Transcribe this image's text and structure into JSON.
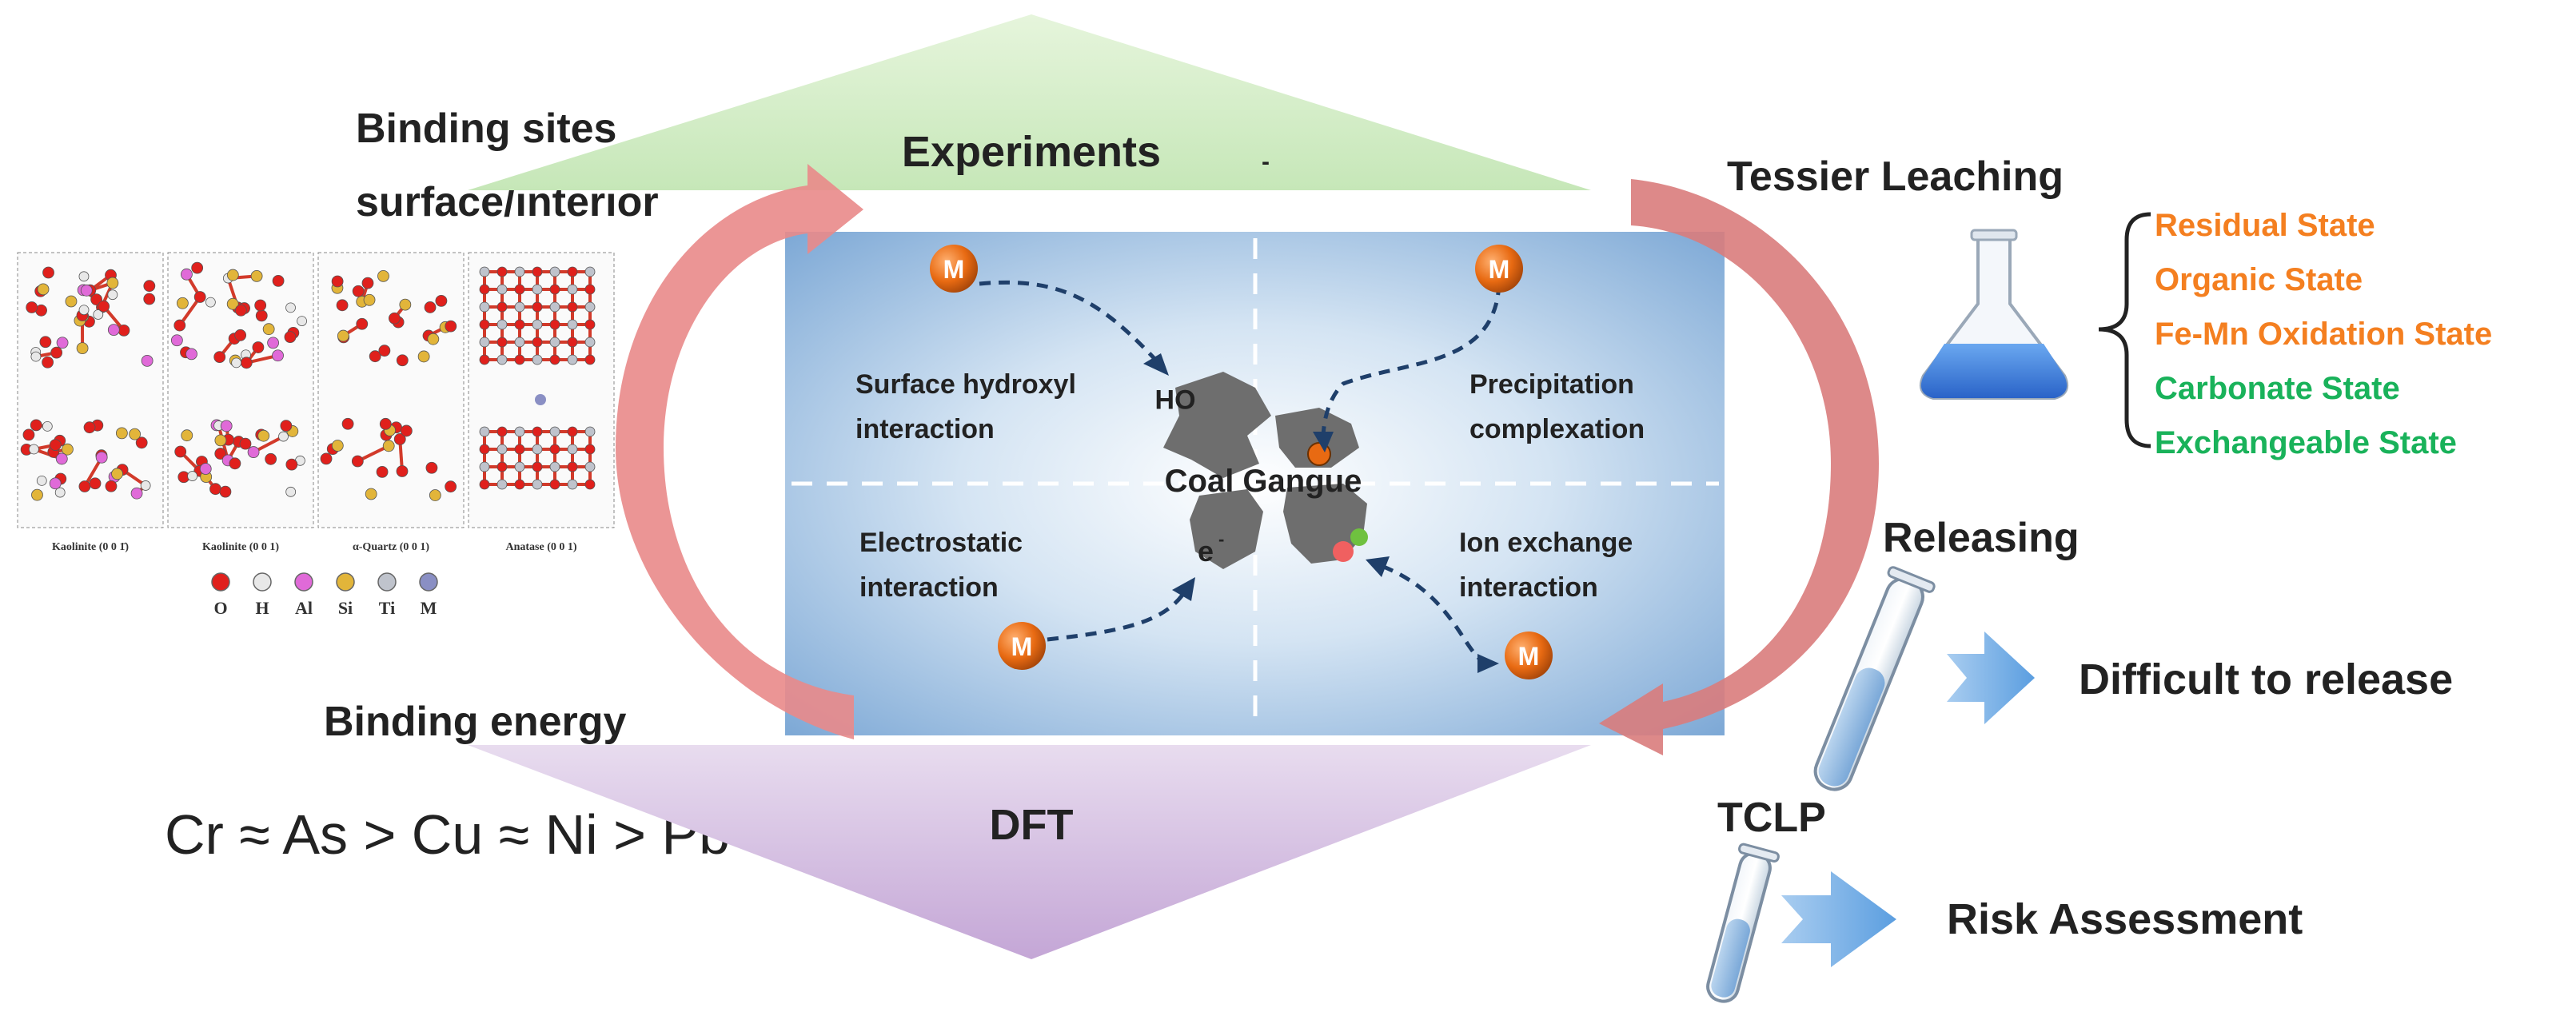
{
  "left": {
    "binding_sites_line1": "Binding sites",
    "binding_sites_line2": "surface/interior",
    "crystals": {
      "labels": [
        "Kaolinite (0 0 1̄)",
        "Kaolinite (0 0 1)",
        "α-Quartz (0 0 1)",
        "Anatase (0 0 1)"
      ]
    },
    "atom_legend": [
      {
        "symbol": "O",
        "color": "#e0201c"
      },
      {
        "symbol": "H",
        "color": "#e8e8e8"
      },
      {
        "symbol": "Al",
        "color": "#e06ad8"
      },
      {
        "symbol": "Si",
        "color": "#e2b53a"
      },
      {
        "symbol": "Ti",
        "color": "#bfc3cc"
      },
      {
        "symbol": "M",
        "color": "#8a8fc4"
      }
    ],
    "binding_energy": "Binding energy",
    "series": "Cr ≈ As > Cu ≈ Ni > Pb ≈ Cd"
  },
  "center": {
    "experiments": "Experiments",
    "dft": "DFT",
    "core_label": "Coal Gangue",
    "metal_symbol": "M",
    "oh_label": "OH",
    "electron_label": "e",
    "quadrants": {
      "top_left_line1": "Surface hydroxyl",
      "top_left_line2": "interaction",
      "top_right_line1": "Precipitation",
      "top_right_line2": "complexation",
      "bottom_left_line1": "Electrostatic",
      "bottom_left_line2": "interaction",
      "bottom_right_line1": "Ion exchange",
      "bottom_right_line2": "interaction"
    }
  },
  "right": {
    "tessier_title": "Tessier Leaching",
    "states": [
      {
        "label": "Residual State",
        "color": "#f47f20"
      },
      {
        "label": "Organic State",
        "color": "#f47f20"
      },
      {
        "label": "Fe-Mn Oxidation State",
        "color": "#f47f20"
      },
      {
        "label": "Carbonate State",
        "color": "#19b25a"
      },
      {
        "label": "Exchangeable State",
        "color": "#19b25a"
      }
    ],
    "releasing": "Releasing",
    "difficult": "Difficult to release",
    "tclp": "TCLP",
    "risk": "Risk Assessment"
  },
  "colors": {
    "arrow_red": "#e98a8a",
    "arrow_dark_red": "#c96b6b",
    "hex_green": "#c9ebc0",
    "hex_purple": "#c9b0d9",
    "panel_blue": "#8fb5dc",
    "metal_orange": "#e86a12",
    "blue_arrow": "#7db3e3",
    "flask_blue": "#3f7fe0"
  }
}
